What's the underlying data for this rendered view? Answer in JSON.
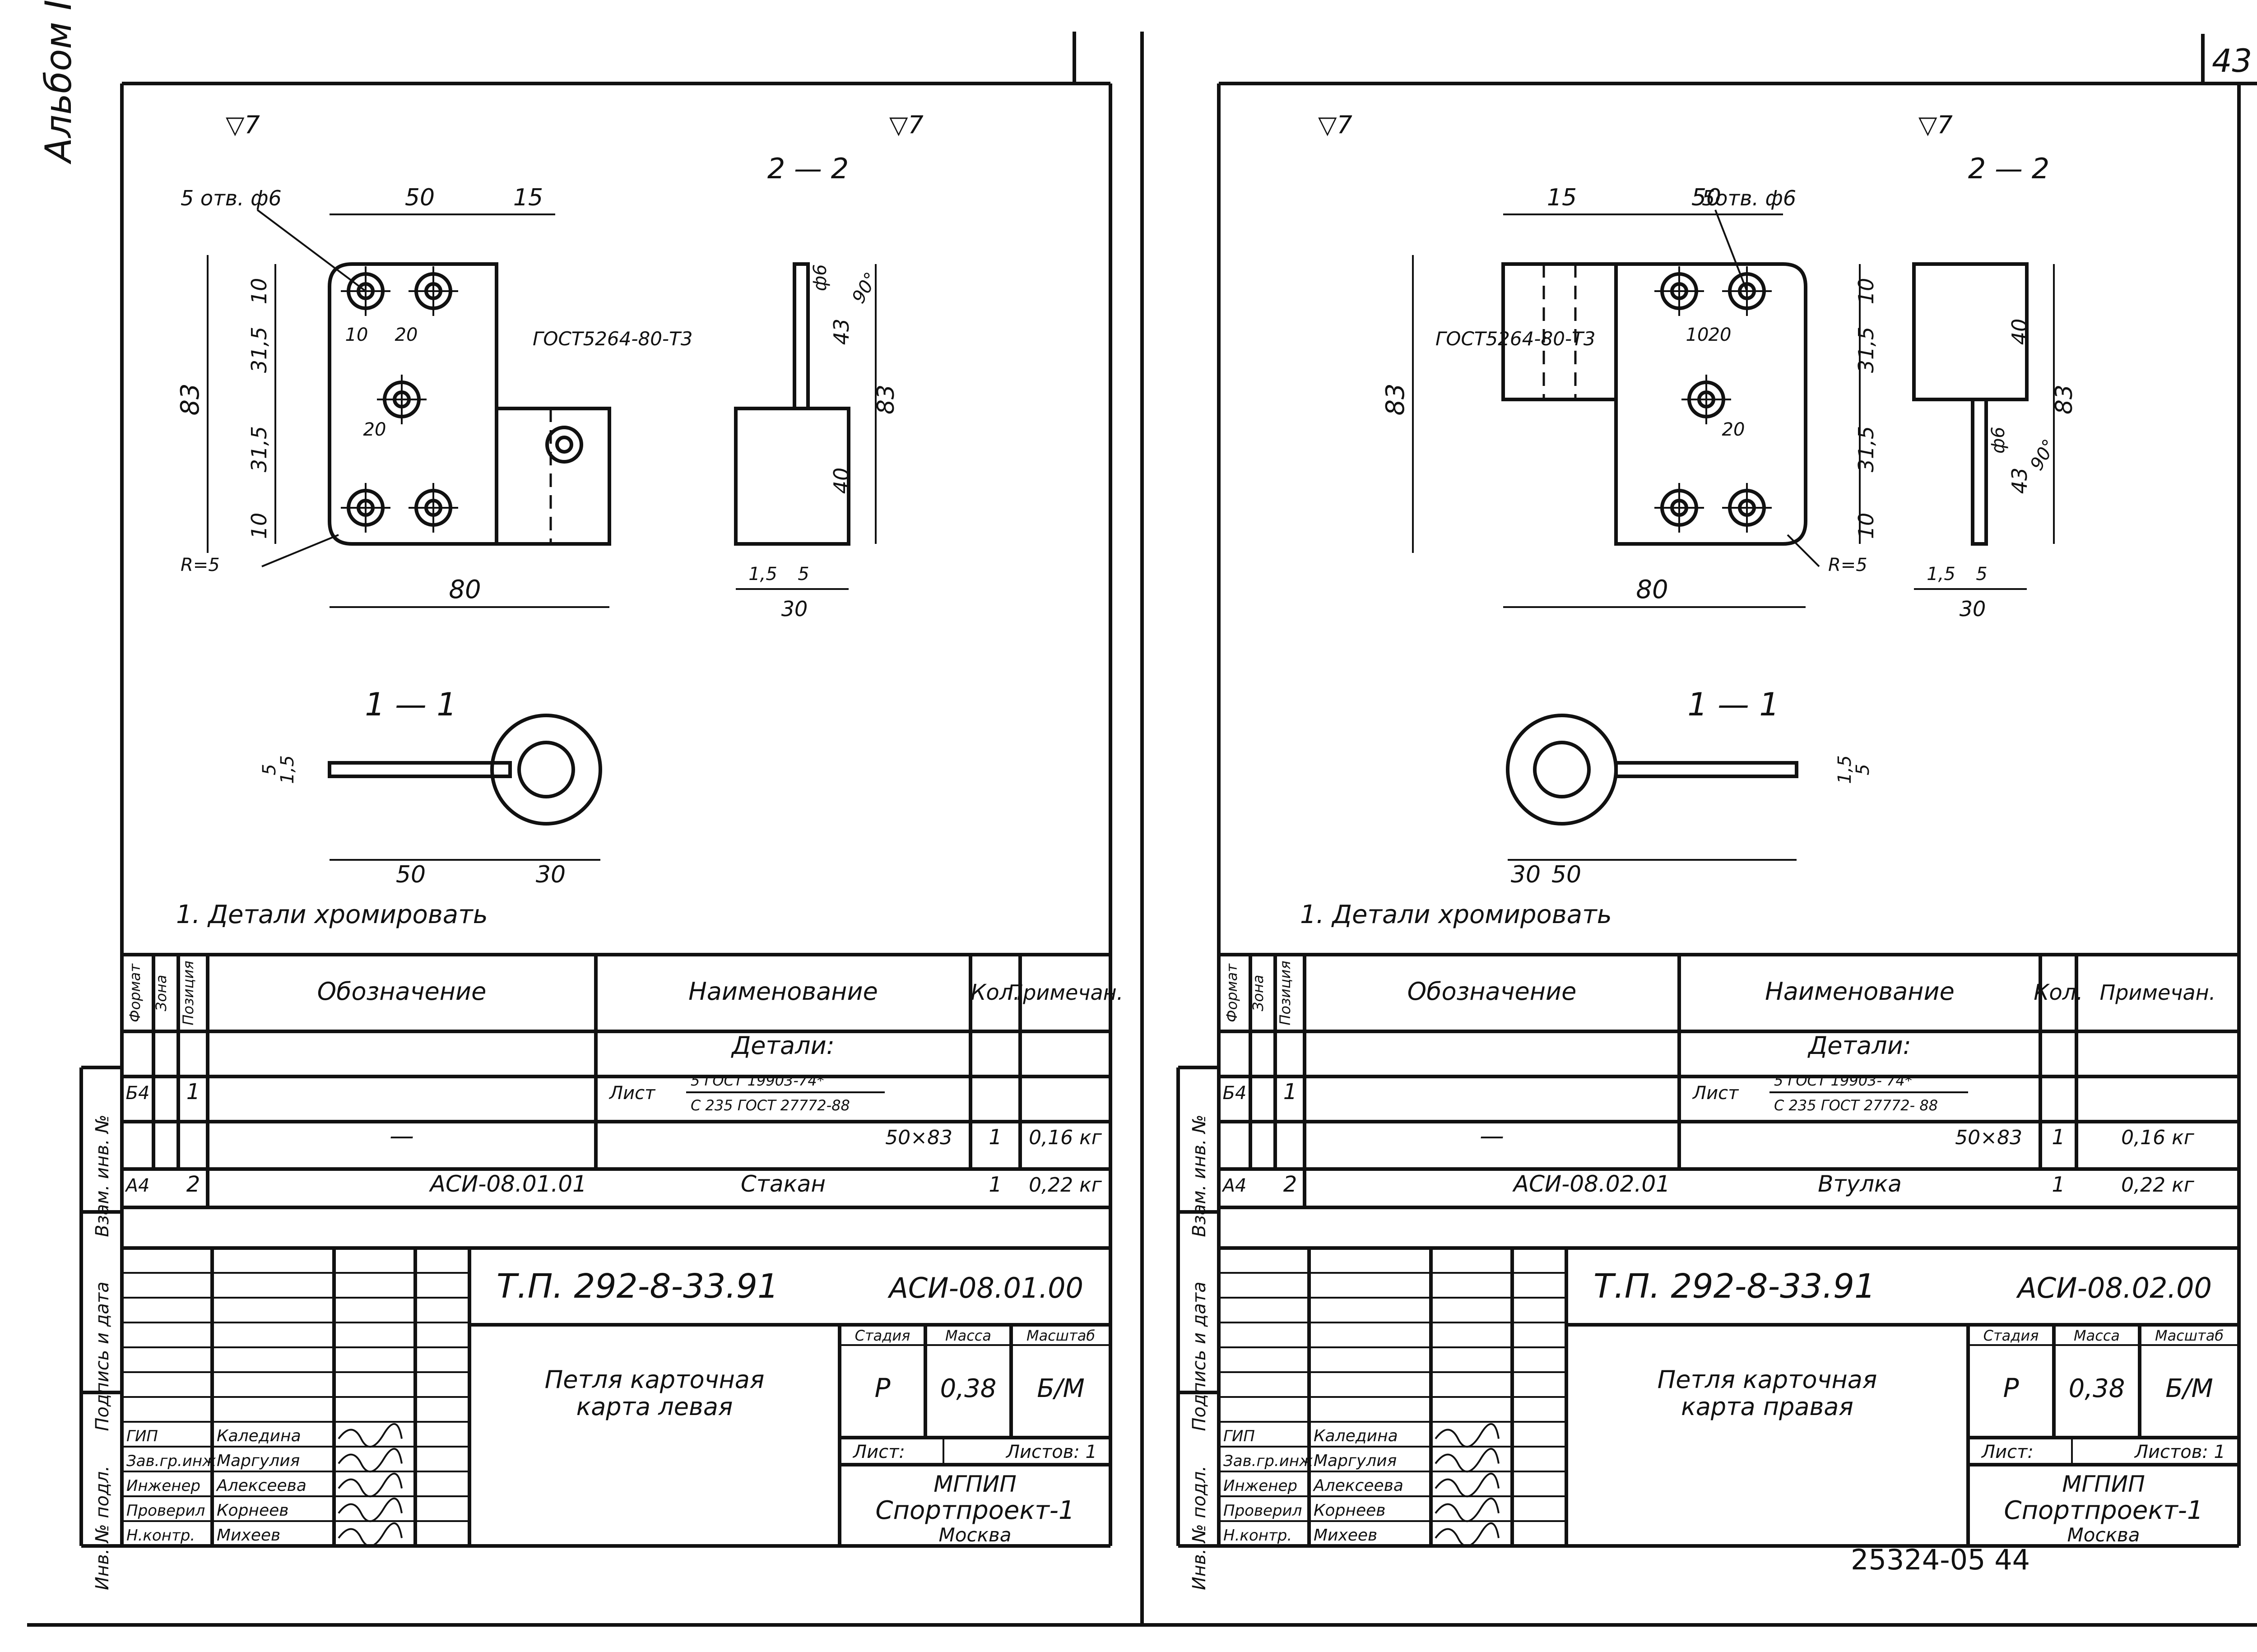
{
  "page_number": "43",
  "album_label": "Альбом IV",
  "archive_number": "25324-05  44",
  "side_labels": [
    "Инв. № подл.",
    "Подпись и дата",
    "Взам. инв. №"
  ],
  "stamp_roles": [
    "ГИП",
    "Зав.гр.инж",
    "Инженер",
    "Проверил",
    "Н.контр."
  ],
  "stamp_people": [
    "Каледина",
    "Маргулия",
    "Алексеева",
    "Корнеев",
    "Михеев"
  ],
  "spec_headers": {
    "format": "Формат",
    "zone": "Зона",
    "pos": "Позиция",
    "designation": "Обозначение",
    "name": "Наименование",
    "qty": "Кол.",
    "note": "Примечан."
  },
  "sheets": [
    {
      "key": "left",
      "note": "1. Детали хромировать",
      "roughness": "▽7",
      "section_a": "1 — 1",
      "section_b": "2 — 2",
      "dims": {
        "d50": "50",
        "d15": "15",
        "d83": "83",
        "d80": "80",
        "d10": "10",
        "d315": "31,5",
        "d20": "20",
        "d30": "30",
        "d40": "40",
        "d43": "43",
        "d15b": "1,5",
        "d5": "5",
        "r5": "R=5",
        "holes": "5 отв. ф6",
        "gost5264": "ГОСТ5264-80-Т3",
        "phi6": "ф6",
        "ang90": "90°"
      },
      "spec": {
        "section": "Детали:",
        "row1": {
          "format": "Б4",
          "pos": "1",
          "material_top": "5 ГОСТ 19903-74*",
          "material_bot": "С 235  ГОСТ 27772-88",
          "prefix": "Лист"
        },
        "row2": {
          "designation": "—",
          "name": "50×83",
          "qty": "1",
          "note": "0,16 кг"
        },
        "row3": {
          "format": "А4",
          "pos": "2",
          "designation": "АСИ-08.01.01",
          "name": "Стакан",
          "qty": "1",
          "note": "0,22 кг"
        }
      },
      "title": {
        "project": "Т.П.  292-8-33.91",
        "code": "АСИ-08.01.00",
        "name_line1": "Петля  карточная",
        "name_line2": "карта  левая",
        "stage_h": "Стадия",
        "mass_h": "Масса",
        "scale_h": "Масштаб",
        "stage": "Р",
        "mass": "0,38",
        "scale": "Б/М",
        "sheet_h": "Лист:",
        "sheets_h": "Листов: 1",
        "org1": "МГПИП",
        "org2": "Спортпроект-1",
        "org3": "Москва"
      }
    },
    {
      "key": "right",
      "note": "1. Детали хромировать",
      "roughness": "▽7",
      "section_a": "1 — 1",
      "section_b": "2 — 2",
      "dims": {
        "d50": "50",
        "d15": "15",
        "d83": "83",
        "d80": "80",
        "d10": "10",
        "d315": "31,5",
        "d20": "20",
        "d30": "30",
        "d40": "40",
        "d43": "43",
        "d15b": "1,5",
        "d5": "5",
        "r5": "R=5",
        "holes": "5отв. ф6",
        "gost5264": "ГОСТ5264-80-Т3",
        "phi6": "ф6",
        "ang90": "90°"
      },
      "spec": {
        "section": "Детали:",
        "row1": {
          "format": "Б4",
          "pos": "1",
          "material_top": "5 ГОСТ 19903- 74*",
          "material_bot": "С 235  ГОСТ 27772- 88",
          "prefix": "Лист"
        },
        "row2": {
          "designation": "—",
          "name": "50×83",
          "qty": "1",
          "note": "0,16 кг"
        },
        "row3": {
          "format": "А4",
          "pos": "2",
          "designation": "АСИ-08.02.01",
          "name": "Втулка",
          "qty": "1",
          "note": "0,22 кг"
        }
      },
      "title": {
        "project": "Т.П.  292-8-33.91",
        "code": "АСИ-08.02.00",
        "name_line1": "Петля  карточная",
        "name_line2": "карта  правая",
        "stage_h": "Стадия",
        "mass_h": "Масса",
        "scale_h": "Масштаб",
        "stage": "Р",
        "mass": "0,38",
        "scale": "Б/М",
        "sheet_h": "Лист:",
        "sheets_h": "Листов: 1",
        "org1": "МГПИП",
        "org2": "Спортпроект-1",
        "org3": "Москва"
      }
    }
  ]
}
